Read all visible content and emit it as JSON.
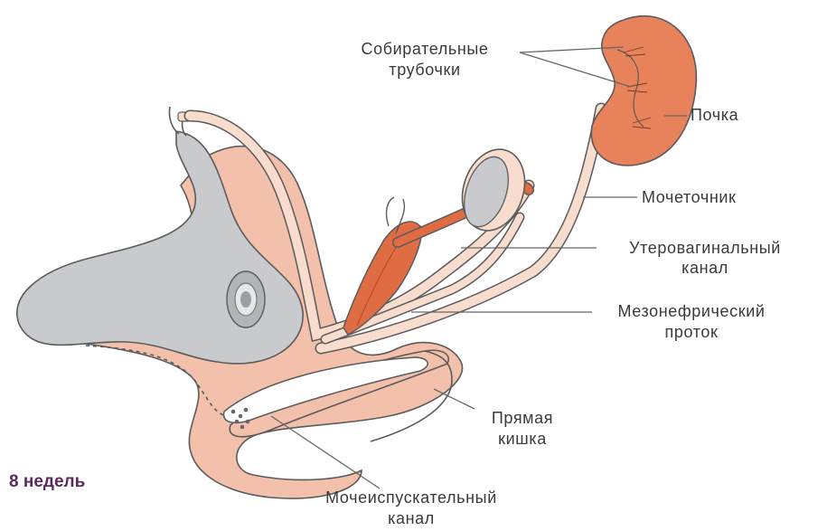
{
  "labels": {
    "collecting_tubules": [
      "Собирательные",
      "трубочки"
    ],
    "kidney": "Почка",
    "ureter": "Мочеточник",
    "uterovaginal_canal": [
      "Утеровагинальный",
      "канал"
    ],
    "mesonephric_duct": [
      "Мезонефрический",
      "проток"
    ],
    "rectum": [
      "Прямая",
      "кишка"
    ],
    "urethra": [
      "Мочеиспускательный",
      "канал"
    ],
    "age": "8 недель"
  },
  "colors": {
    "tissue": "#f3c1ab",
    "tissue_light": "#f8dccd",
    "bladder_gray": "#c9cacd",
    "kidney": "#e8825a",
    "muscle": "#e06c44",
    "outline": "#5b5b5b",
    "age_text": "#5a2a5e"
  }
}
